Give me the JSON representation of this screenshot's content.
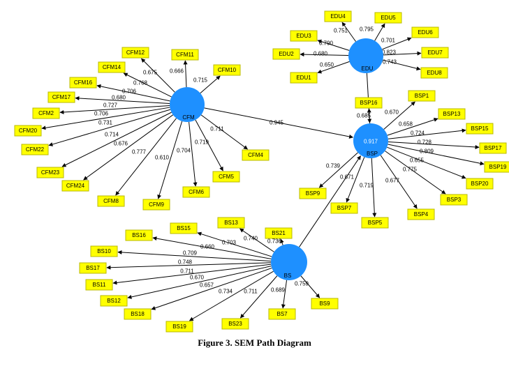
{
  "caption": "Figure 3. SEM Path Diagram",
  "constructs": [
    {
      "id": "EDU",
      "label": "EDU",
      "r2": ""
    },
    {
      "id": "CFM",
      "label": "CFM",
      "r2": ""
    },
    {
      "id": "BSP",
      "label": "BSP",
      "r2": "0.917"
    },
    {
      "id": "BS",
      "label": "BS",
      "r2": ""
    }
  ],
  "indicators": [
    {
      "id": "EDU4",
      "label": "EDU4",
      "construct": "EDU",
      "loading": "0.751"
    },
    {
      "id": "EDU5",
      "label": "EDU5",
      "construct": "EDU",
      "loading": "0.795"
    },
    {
      "id": "EDU3",
      "label": "EDU3",
      "construct": "EDU",
      "loading": "0.790"
    },
    {
      "id": "EDU6",
      "label": "EDU6",
      "construct": "EDU",
      "loading": "0.701"
    },
    {
      "id": "EDU2",
      "label": "EDU2",
      "construct": "EDU",
      "loading": "0.680"
    },
    {
      "id": "EDU7",
      "label": "EDU7",
      "construct": "EDU",
      "loading": "0.823"
    },
    {
      "id": "EDU1",
      "label": "EDU1",
      "construct": "EDU",
      "loading": "0.650"
    },
    {
      "id": "EDU8",
      "label": "EDU8",
      "construct": "EDU",
      "loading": "0.743"
    },
    {
      "id": "CFM12",
      "label": "CFM12",
      "construct": "CFM",
      "loading": "0.675"
    },
    {
      "id": "CFM11",
      "label": "CFM11",
      "construct": "CFM",
      "loading": "0.666"
    },
    {
      "id": "CFM10",
      "label": "CFM10",
      "construct": "CFM",
      "loading": "0.715"
    },
    {
      "id": "CFM14",
      "label": "CFM14",
      "construct": "CFM",
      "loading": "0.768"
    },
    {
      "id": "CFM16",
      "label": "CFM16",
      "construct": "CFM",
      "loading": "0.706"
    },
    {
      "id": "CFM17",
      "label": "CFM17",
      "construct": "CFM",
      "loading": "0.680"
    },
    {
      "id": "CFM2",
      "label": "CFM2",
      "construct": "CFM",
      "loading": "0.727"
    },
    {
      "id": "CFM20",
      "label": "CFM20",
      "construct": "CFM",
      "loading": "0.706"
    },
    {
      "id": "CFM22",
      "label": "CFM22",
      "construct": "CFM",
      "loading": "0.731"
    },
    {
      "id": "CFM23",
      "label": "CFM23",
      "construct": "CFM",
      "loading": "0.714"
    },
    {
      "id": "CFM24",
      "label": "CFM24",
      "construct": "CFM",
      "loading": "0.676"
    },
    {
      "id": "CFM8",
      "label": "CFM8",
      "construct": "CFM",
      "loading": "0.777"
    },
    {
      "id": "CFM9",
      "label": "CFM9",
      "construct": "CFM",
      "loading": "0.610"
    },
    {
      "id": "CFM6",
      "label": "CFM6",
      "construct": "CFM",
      "loading": "0.704"
    },
    {
      "id": "CFM5",
      "label": "CFM5",
      "construct": "CFM",
      "loading": "0.719"
    },
    {
      "id": "CFM4",
      "label": "CFM4",
      "construct": "CFM",
      "loading": "0.711"
    },
    {
      "id": "BSP16",
      "label": "BSP16",
      "construct": "BSP",
      "loading": "0.685"
    },
    {
      "id": "BSP1",
      "label": "BSP1",
      "construct": "BSP",
      "loading": "0.670"
    },
    {
      "id": "BSP13",
      "label": "BSP13",
      "construct": "BSP",
      "loading": "0.658"
    },
    {
      "id": "BSP15",
      "label": "BSP15",
      "construct": "BSP",
      "loading": "0.724"
    },
    {
      "id": "BSP17",
      "label": "BSP17",
      "construct": "BSP",
      "loading": "0.728"
    },
    {
      "id": "BSP19",
      "label": "BSP19",
      "construct": "BSP",
      "loading": "0.809"
    },
    {
      "id": "BSP20",
      "label": "BSP20",
      "construct": "BSP",
      "loading": "0.655"
    },
    {
      "id": "BSP3",
      "label": "BSP3",
      "construct": "BSP",
      "loading": "0.775"
    },
    {
      "id": "BSP4",
      "label": "BSP4",
      "construct": "BSP",
      "loading": "0.677"
    },
    {
      "id": "BSP5",
      "label": "BSP5",
      "construct": "BSP",
      "loading": "0.719"
    },
    {
      "id": "BSP7",
      "label": "BSP7",
      "construct": "BSP",
      "loading": "0.671"
    },
    {
      "id": "BSP9",
      "label": "BSP9",
      "construct": "BSP",
      "loading": "0.739"
    },
    {
      "id": "BS15",
      "label": "BS15",
      "construct": "BS",
      "loading": "0.703"
    },
    {
      "id": "BS13",
      "label": "BS13",
      "construct": "BS",
      "loading": "0.740"
    },
    {
      "id": "BS21",
      "label": "BS21",
      "construct": "BS",
      "loading": "0.736"
    },
    {
      "id": "BS16",
      "label": "BS16",
      "construct": "BS",
      "loading": "0.660"
    },
    {
      "id": "BS10",
      "label": "BS10",
      "construct": "BS",
      "loading": "0.709"
    },
    {
      "id": "BS17",
      "label": "BS17",
      "construct": "BS",
      "loading": "0.748"
    },
    {
      "id": "BS11",
      "label": "BS11",
      "construct": "BS",
      "loading": "0.711"
    },
    {
      "id": "BS12",
      "label": "BS12",
      "construct": "BS",
      "loading": "0.670"
    },
    {
      "id": "BS18",
      "label": "BS18",
      "construct": "BS",
      "loading": "0.657"
    },
    {
      "id": "BS19",
      "label": "BS19",
      "construct": "BS",
      "loading": "0.734"
    },
    {
      "id": "BS23",
      "label": "BS23",
      "construct": "BS",
      "loading": "0.711"
    },
    {
      "id": "BS7",
      "label": "BS7",
      "construct": "BS",
      "loading": "0.689"
    },
    {
      "id": "BS9",
      "label": "BS9",
      "construct": "BS",
      "loading": "0.759"
    }
  ],
  "paths": [
    {
      "from": "CFM",
      "to": "BSP",
      "coefficient": "0.945"
    },
    {
      "from": "EDU",
      "to": "BSP",
      "coefficient": ""
    },
    {
      "from": "BS",
      "to": "BSP",
      "coefficient": ""
    }
  ],
  "colors": {
    "construct_fill": "#1e90ff",
    "indicator_fill": "#ffff00",
    "line": "#000000"
  }
}
